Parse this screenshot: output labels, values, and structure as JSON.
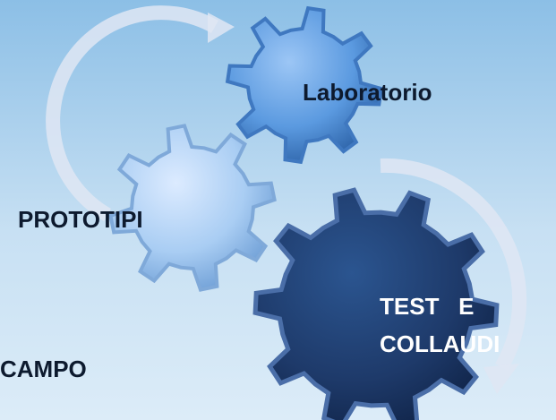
{
  "labels": {
    "laboratorio": "Laboratorio",
    "prototipi": "PROTOTIPI",
    "test_line1": "TEST   E",
    "test_line2": "COLLAUDI",
    "campo": "CAMPO"
  },
  "colors": {
    "background": "#b7d6ee",
    "gear_light": "#a9cdf3",
    "gear_mid": "#5b9ae0",
    "gear_dark": "#1e3a6a",
    "arrow": "#dfe6f3",
    "text_dark": "#0d1a2e",
    "text_light": "#ffffff"
  },
  "icons": [
    "gear-icon",
    "circular-arrow-icon"
  ]
}
